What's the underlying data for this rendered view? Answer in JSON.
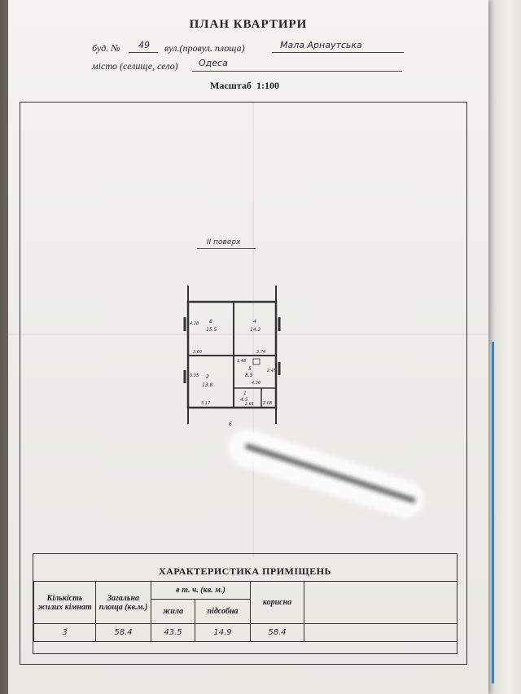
{
  "document": {
    "title": "ПЛАН КВАРТИРИ",
    "building_label": "буд. №",
    "building_number": "49",
    "street_label": "вул.(провул. площа)",
    "street_value": "Мала Арнаутська",
    "city_label": "місто (селище, село)",
    "city_value": "Одеса",
    "scale_label": "Масштаб",
    "scale_value": "1:100"
  },
  "plan": {
    "floor_label": "II поверх",
    "rooms": [
      {
        "id": "8",
        "area": "15.5"
      },
      {
        "id": "4",
        "area": "14.2"
      },
      {
        "id": "2",
        "area": "13.8"
      },
      {
        "id": "5",
        "area": "8.5"
      },
      {
        "id": "1",
        "area": "4.5"
      }
    ],
    "dimensions": [
      "4.28",
      "3.60",
      "3.74",
      "2.45",
      "4.30",
      "3.35",
      "3.17",
      "2.61",
      "1.48",
      "2.08"
    ],
    "entry_mark": "6"
  },
  "table": {
    "title": "ХАРАКТЕРИСТИКА ПРИМІЩЕНЬ",
    "headers": {
      "rooms": "Кількість жилих кімнат",
      "total": "Загальна площа (кв.м.)",
      "incl": "в т. ч. (кв. м.)",
      "living": "жила",
      "auxiliary": "підсобна",
      "useful": "корисна"
    },
    "values": {
      "rooms": "3",
      "total": "58.4",
      "living": "43.5",
      "auxiliary": "14.9",
      "useful": "58.4"
    }
  }
}
